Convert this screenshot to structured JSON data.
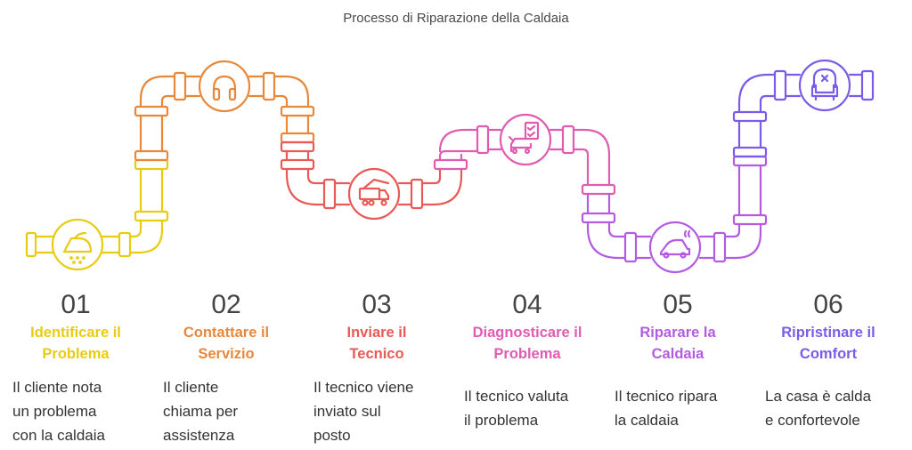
{
  "title": "Processo di Riparazione della Caldaia",
  "steps": [
    {
      "number": "01",
      "heading_l1": "Identificare il",
      "heading_l2": "Problema",
      "desc": [
        "Il cliente nota",
        "un problema",
        "con la caldaia"
      ],
      "color": "#E8CC14",
      "icon": "iron-icon"
    },
    {
      "number": "02",
      "heading_l1": "Contattare il",
      "heading_l2": "Servizio",
      "desc": [
        "Il cliente",
        "chiama per",
        "assistenza"
      ],
      "color": "#E8883A",
      "icon": "headphones-icon"
    },
    {
      "number": "03",
      "heading_l1": "Inviare il",
      "heading_l2": "Tecnico",
      "desc": [
        "Il tecnico viene",
        "inviato sul",
        "posto"
      ],
      "color": "#E85A58",
      "icon": "tow-truck-icon"
    },
    {
      "number": "04",
      "heading_l1": "Diagnosticare il",
      "heading_l2": "Problema",
      "desc": [
        "Il tecnico valuta",
        "il problema"
      ],
      "color": "#E05CB0",
      "icon": "car-checklist-icon"
    },
    {
      "number": "05",
      "heading_l1": "Riparare la",
      "heading_l2": "Caldaia",
      "desc": [
        "Il tecnico ripara",
        "la caldaia"
      ],
      "color": "#B45CE0",
      "icon": "car-smoke-icon"
    },
    {
      "number": "06",
      "heading_l1": "Ripristinare il",
      "heading_l2": "Comfort",
      "desc": [
        "La casa è calda",
        "e confortevole"
      ],
      "color": "#7A5CE8",
      "icon": "armchair-icon"
    }
  ]
}
